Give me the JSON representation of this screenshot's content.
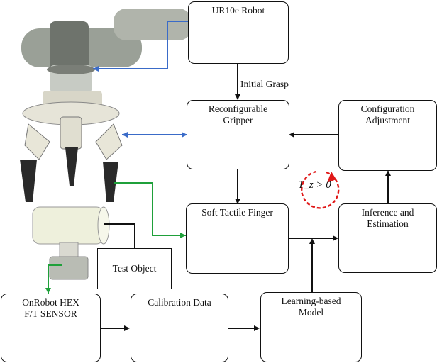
{
  "nodes": {
    "ur10e": "UR10e Robot",
    "gripper": [
      "Reconfigurable",
      "Gripper"
    ],
    "config_adjust": [
      "Configuration",
      "Adjustment"
    ],
    "soft_finger": "Soft Tactile Finger",
    "inference": [
      "Inference and",
      "Estimation"
    ],
    "test_object": "Test Object",
    "sensor": [
      "OnRobot HEX",
      "F/T SENSOR"
    ],
    "calibration": "Calibration Data",
    "learning_model": [
      "Learning-based",
      "Model"
    ]
  },
  "edge_labels": {
    "initial_grasp": "Initial Grasp",
    "tz_condition": "T_z > 0"
  },
  "colors": {
    "blue_link": "#3a6bc8",
    "green_link": "#1fa03a",
    "rotation_arrow": "#e01818"
  }
}
